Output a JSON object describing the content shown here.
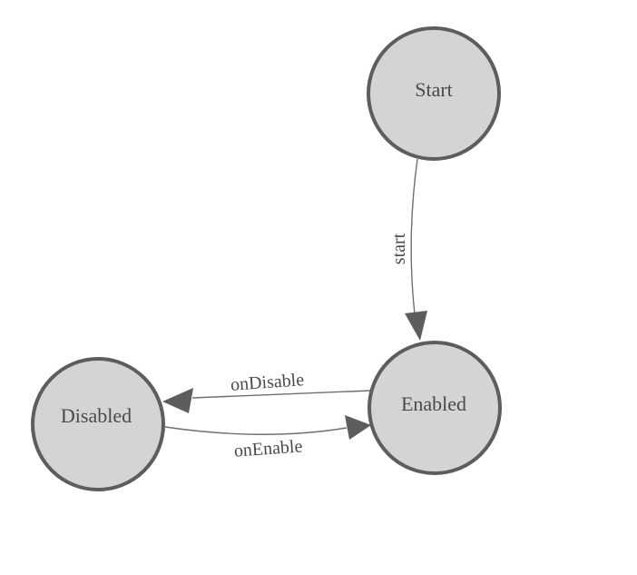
{
  "diagram": {
    "type": "state-machine",
    "background": "#ffffff",
    "colors": {
      "node_fill": "#d4d4d4",
      "node_stroke": "#5d5d5d",
      "edge_line": "#6f6f6f",
      "arrow_fill": "#5d5d5d",
      "label_text": "#4a4a4a"
    },
    "nodes": [
      {
        "id": "start",
        "label": "Start"
      },
      {
        "id": "enabled",
        "label": "Enabled"
      },
      {
        "id": "disabled",
        "label": "Disabled"
      }
    ],
    "edges": [
      {
        "from": "Start",
        "to": "Enabled",
        "label": "start"
      },
      {
        "from": "Enabled",
        "to": "Disabled",
        "label": "onDisable"
      },
      {
        "from": "Disabled",
        "to": "Enabled",
        "label": "onEnable"
      }
    ]
  }
}
